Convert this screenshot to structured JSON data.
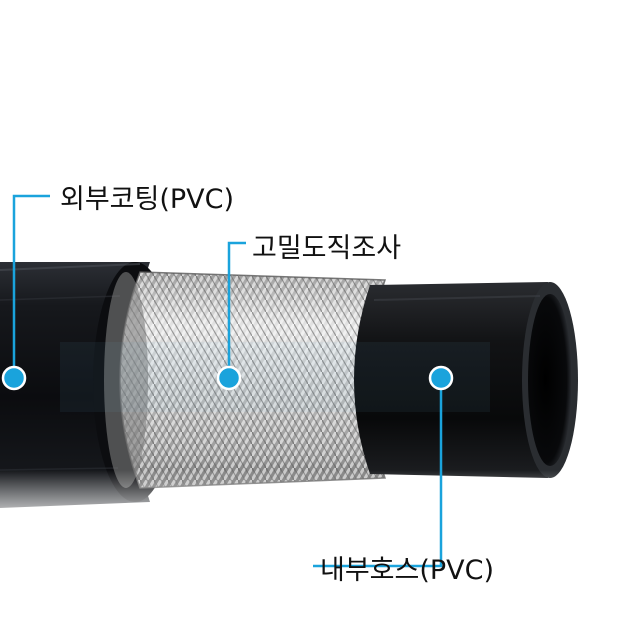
{
  "labels": {
    "outer_coating": "외부코팅(PVC)",
    "braid": "고밀도직조사",
    "inner_hose": "내부호스(PVC)"
  },
  "colors": {
    "background": "#ffffff",
    "accent": "#1aa3dc",
    "hose_black": "#0e0f12",
    "braid_silver": "#c9c9c9",
    "text": "#111111"
  },
  "icons": {
    "marker": "dot-icon"
  }
}
